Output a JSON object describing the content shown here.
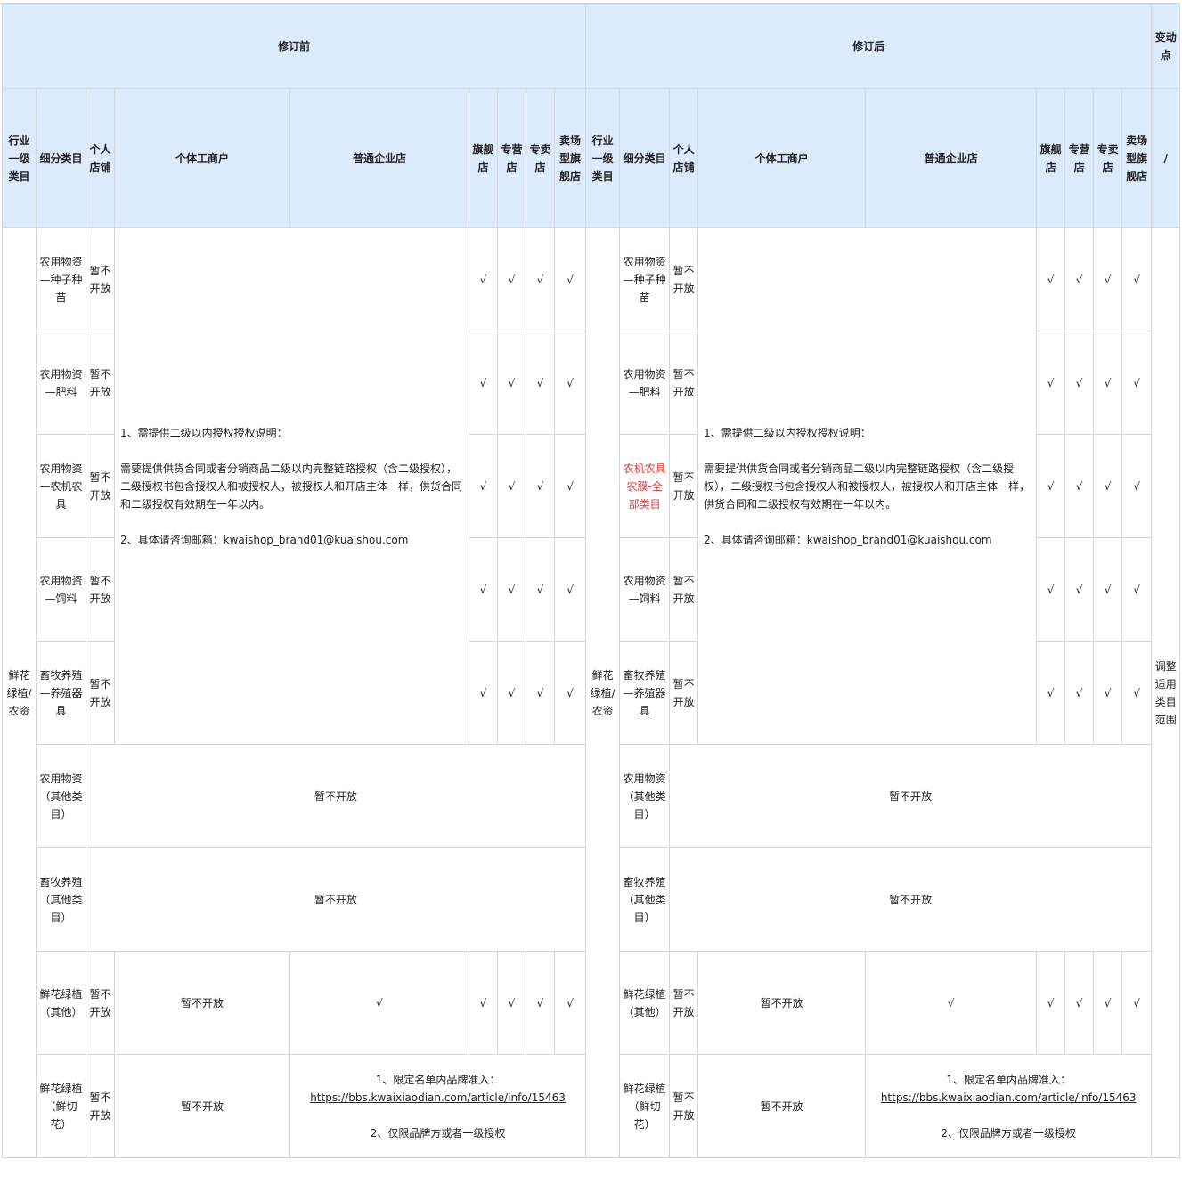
{
  "header": {
    "before": "修订前",
    "after": "修订后",
    "change": "变动点"
  },
  "columns": {
    "industry": "行业一级类目",
    "subcategory": "细分类目",
    "personal": "个人店铺",
    "individual": "个体工商户",
    "enterprise": "普通企业店",
    "flagship": "旗舰店",
    "exclusive_agency": "专营店",
    "exclusive_sale": "专卖店",
    "mall_flagship": "卖场型旗舰店",
    "change_slash": "/"
  },
  "industry_value": "鲜花绿植/农资",
  "change_value": "调整适用类目范围",
  "check": "√",
  "closed": "暂不开放",
  "auth_note": {
    "line1": "1、需提供二级以内授权授权说明：",
    "line2": "需要提供供货合同或者分销商品二级以内完整链路授权（含二级授权），二级授权书包含授权人和被授权人，被授权人和开店主体一样，供货合同和二级授权有效期在一年以内。",
    "line3": "2、具体请咨询邮箱：kwaishop_brand01@kuaishou.com"
  },
  "cut_flower_note": {
    "line1": "1、限定名单内品牌准入：",
    "link": "https://bbs.kwaixiaodian.com/article/info/15463",
    "line2": "2、仅限品牌方或者一级授权"
  },
  "before_rows": [
    "农用物资—种子种苗",
    "农用物资—肥料",
    "农用物资—农机农具",
    "农用物资—饲料",
    "畜牧养殖—养殖器具",
    "农用物资（其他类目）",
    "畜牧养殖（其他类目）",
    "鲜花绿植（其他）",
    "鲜花绿植（鲜切花）"
  ],
  "after_rows": [
    "农用物资—种子种苗",
    "农用物资—肥料",
    "农机农具农膜-全部类目",
    "农用物资—饲料",
    "畜牧养殖—养殖器具",
    "农用物资（其他类目）",
    "畜牧养殖（其他类目）",
    "鲜花绿植（其他）",
    "鲜花绿植（鲜切花）"
  ],
  "colors": {
    "header_bg": "#dcebfb",
    "border": "#d4d9df",
    "highlight": "#e33a3a"
  }
}
